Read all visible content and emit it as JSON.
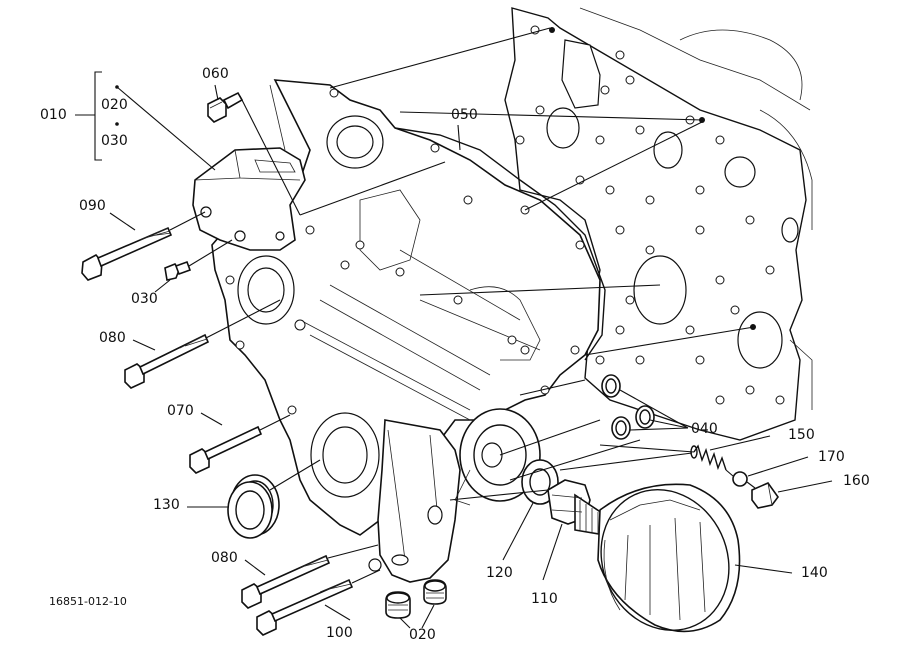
{
  "diagram": {
    "ref_code": "16851-012-10",
    "callouts": {
      "c010": "010",
      "c020_group": "020",
      "c030_group": "030",
      "c060": "060",
      "c050": "050",
      "c090": "090",
      "c030": "030",
      "c080_upper": "080",
      "c070": "070",
      "c130": "130",
      "c080_lower": "080",
      "c100": "100",
      "c020": "020",
      "c110": "110",
      "c120": "120",
      "c140": "140",
      "c040": "040",
      "c150": "150",
      "c170": "170",
      "c160": "160"
    }
  }
}
